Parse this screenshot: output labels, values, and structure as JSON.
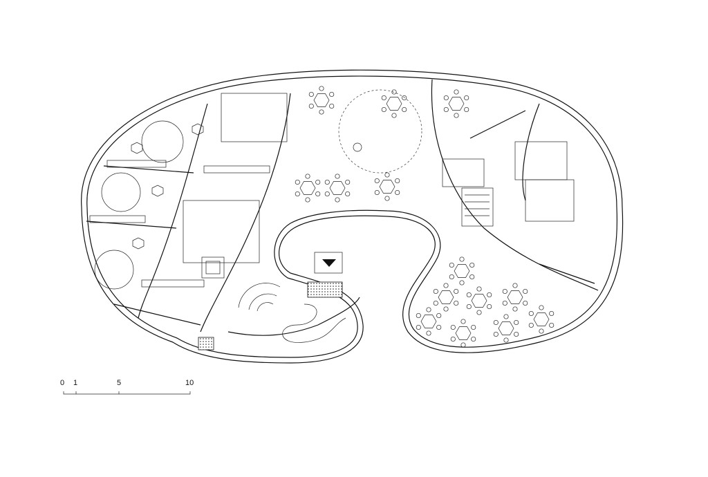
{
  "scale_bar": {
    "labels": [
      "0",
      "1",
      "5",
      "10"
    ]
  }
}
